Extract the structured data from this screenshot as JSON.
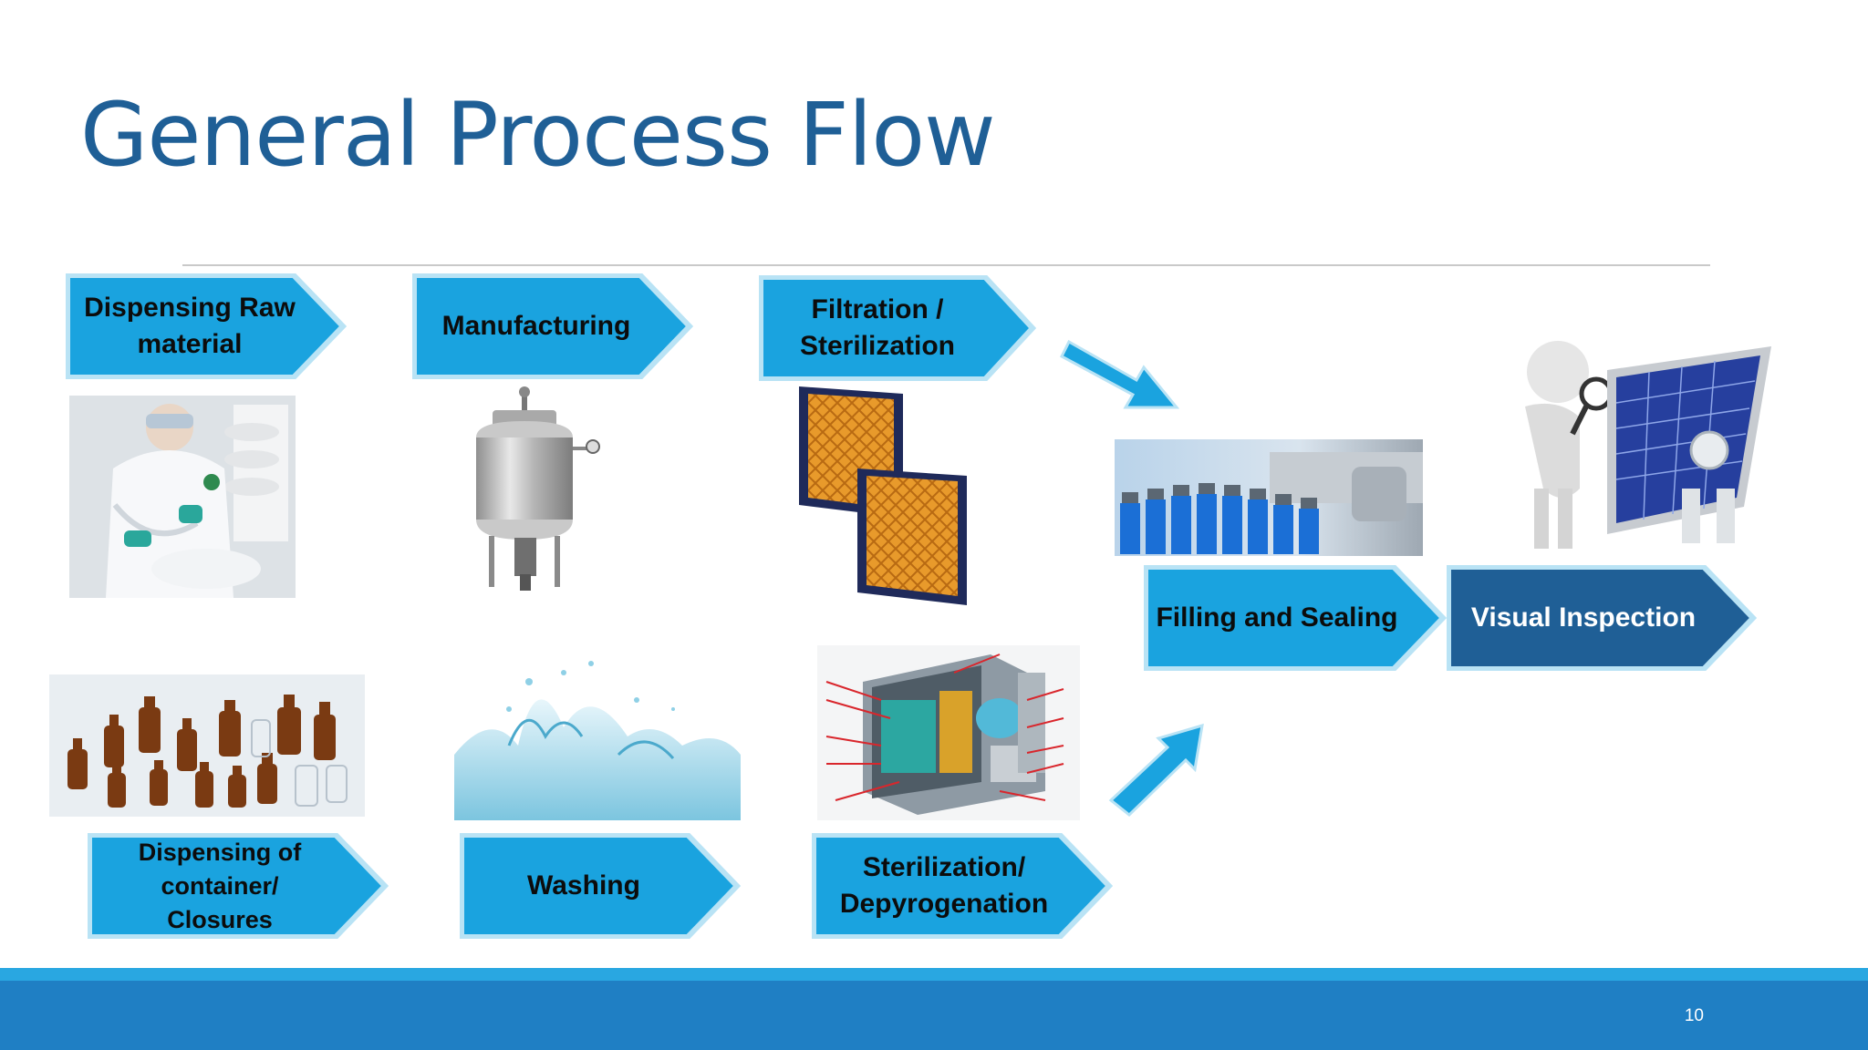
{
  "title": "General Process Flow",
  "steps": {
    "dispensing_raw": "Dispensing Raw material",
    "manufacturing": "Manufacturing",
    "filtration": "Filtration / Sterilization",
    "filling": "Filling and Sealing",
    "visual_inspection": "Visual Inspection",
    "dispensing_container": "Dispensing of container/ Closures",
    "washing": "Washing",
    "depyrogenation": "Sterilization/ Depyrogenation"
  },
  "colors": {
    "step_fill": "#1aa3df",
    "step_border": "#b9e3f5",
    "dark_fill": "#1f5f96",
    "title": "#1f5f96",
    "footer": "#1f7fc4"
  },
  "page_number": "10"
}
